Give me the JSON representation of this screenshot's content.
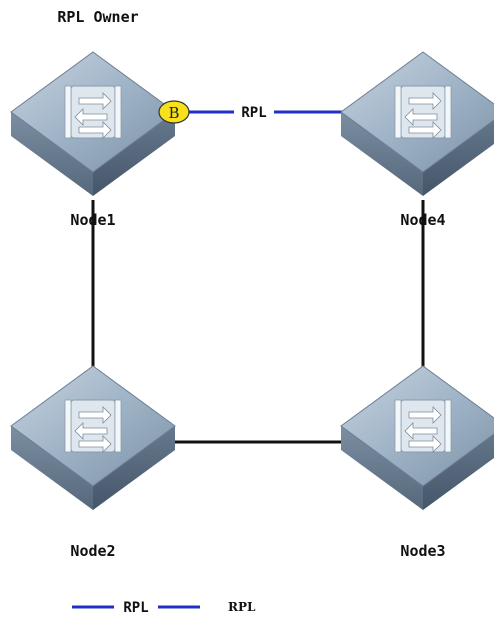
{
  "diagram": {
    "owner_label": "RPL Owner",
    "nodes": [
      {
        "id": "node1",
        "label": "Node1"
      },
      {
        "id": "node4",
        "label": "Node4"
      },
      {
        "id": "node2",
        "label": "Node2"
      },
      {
        "id": "node3",
        "label": "Node3"
      }
    ],
    "rpl_link_label": "RPL",
    "blocked_port_label": "B",
    "colors": {
      "rpl_link": "#1f2fc8",
      "normal_link": "#111111",
      "blocked_port_fill": "#f6e11a",
      "switch_top": "#9fb3c7",
      "switch_side_left": "#6f8296",
      "switch_side_right": "#5a6b7d"
    },
    "legend": {
      "line_label": "RPL",
      "description": "RPL"
    }
  }
}
